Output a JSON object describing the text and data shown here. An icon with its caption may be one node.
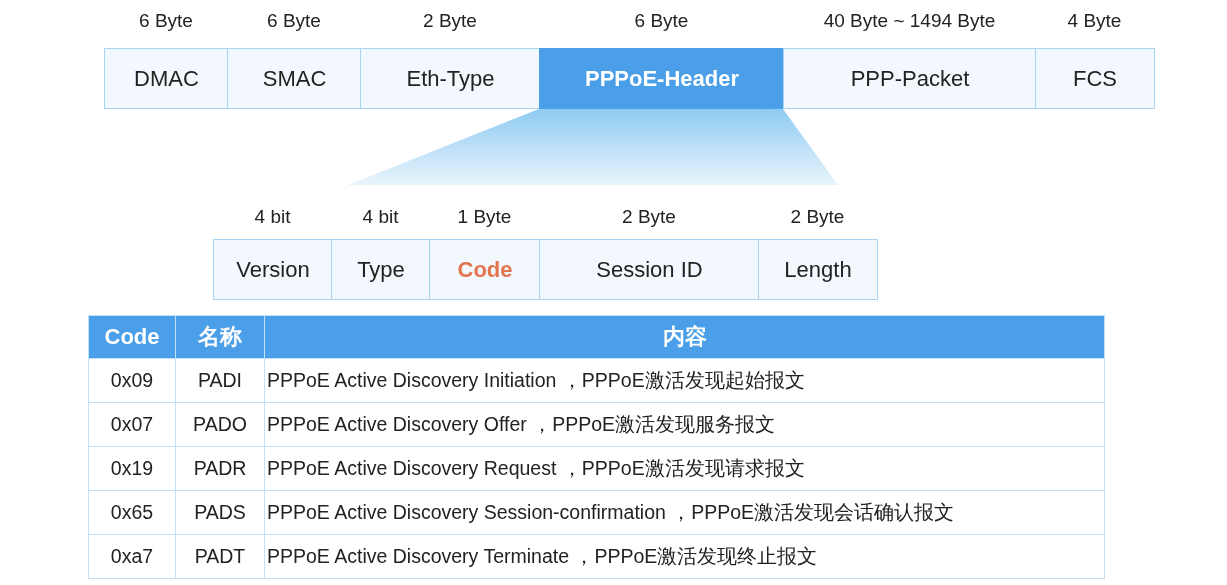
{
  "diagram": {
    "nodes": [
      {
        "text": [
          "DMAC"
        ],
        "beside": [
          "6 Byte"
        ]
      },
      {
        "text": [
          "SMAC"
        ],
        "beside": [
          "6 Byte"
        ]
      },
      {
        "text": [
          "Eth-Type"
        ],
        "beside": [
          "2 Byte"
        ]
      },
      {
        "text": [
          "PPPoE-Header"
        ],
        "beside": [
          "6 Byte"
        ]
      },
      {
        "text": [
          "PPP-Packet"
        ],
        "beside": [
          "40 Byte ~ 1494 Byte"
        ]
      },
      {
        "text": [
          "FCS"
        ],
        "beside": [
          "4 Byte"
        ]
      },
      {
        "text": [],
        "shape": "trapezoid"
      },
      {
        "text": [
          "Version"
        ],
        "beside": [
          "4 bit"
        ]
      },
      {
        "text": [
          "Type"
        ],
        "beside": [
          "4 bit"
        ]
      },
      {
        "text": [
          "Code"
        ],
        "beside": [
          "1 Byte"
        ]
      },
      {
        "text": [
          "Session ID"
        ],
        "beside": [
          "2 Byte"
        ]
      },
      {
        "text": [
          "Length"
        ],
        "beside": [
          "2 Byte"
        ]
      }
    ],
    "labels": [
      "Code",
      "名称",
      "内容",
      "0x09",
      "PADI",
      "PPPoE Active Discovery Initiation ，PPPoE激活发现起始报文",
      "0x07",
      "PADO",
      "PPPoE Active Discovery Offer ，PPPoE激活发现服务报文",
      "0x19",
      "PADR",
      "PPPoE Active Discovery Request ，PPPoE激活发现请求报文",
      "0x65",
      "PADS",
      "PPPoE Active Discovery Session-confirmation ，PPPoE激活发现会话确认报文",
      "0xa7",
      "PADT",
      "PPPoE Active Discovery Terminate ，PPPoE激活发现终止报文"
    ]
  }
}
